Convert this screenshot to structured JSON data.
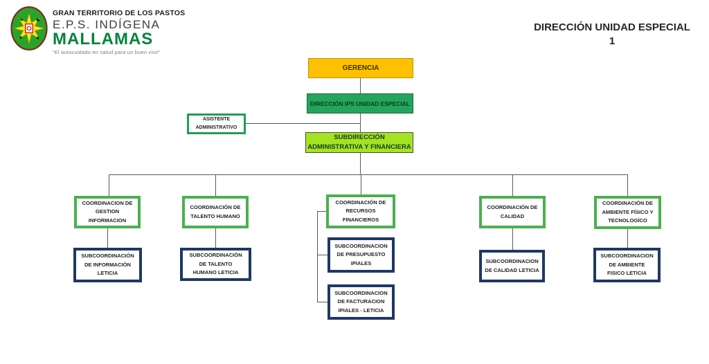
{
  "header": {
    "logo": {
      "territory": "GRAN TERRITORIO DE LOS PASTOS",
      "eps_line": "E.P.S. INDÍGENA",
      "brand": "MALLAMAS",
      "tagline": "“El autocuidado en salud para un buen vivir”"
    },
    "title_line1": "DIRECCIÓN UNIDAD ESPECIAL",
    "title_line2": "1"
  },
  "org": {
    "gerencia": "GERENCIA",
    "direccion_ips": "DIRECCIÓN IPS UNIDAD ESPECIAL",
    "asistente": "ASISTENTE\nADMINISTRATIVO",
    "subdireccion": "SUBDIRECCIÓN\nADMINISTRATIVA Y FINANCIERA",
    "coord_gestion_informacion": "COORDINACION DE\nGESTION\nINFORMACION",
    "coord_talento_humano": "COORDINACIÓN DE\nTALENTO HUMANO",
    "coord_recursos_financieros": "COORDINACIÓN DE\nRECURSOS\nFINANCIEROS",
    "coord_calidad": "COORDINACIÓN DE\nCALIDAD",
    "coord_ambiente": "COORDINACIÓN DE\nAMBIENTE FÍSICO Y\nTECNOLOGÍCO",
    "sub_informacion": "SUBCOORDINACIÓN\nDE INFORMACIÓN\nLETICIA",
    "sub_talento": "SUBCOORDINACIÓN\nDE TALENTO\nHUMANO LETICIA",
    "sub_presupuesto": "SUBCOORDINACION\nDE PRESUPUESTO\nIPIALES",
    "sub_facturacion": "SUBCOORDINACION\nDE FACTURACION\nIPIALES - LETICIA",
    "sub_calidad": "SUBCOORDINACION\nDE CALIDAD LETICIA",
    "sub_ambiente": "SUBCOORDINACION\nDE AMBIENTE\nFISICO LETICIA"
  },
  "colors": {
    "gerencia_fill": "#FEC000",
    "direccion_fill": "#24A45C",
    "subdireccion_fill": "#A4E322",
    "coord_border": "#4CAF50",
    "subcoord_border": "#1F3864",
    "asistente_border": "#1E9E57",
    "brand_green": "#00843C",
    "connector": "#595959"
  }
}
